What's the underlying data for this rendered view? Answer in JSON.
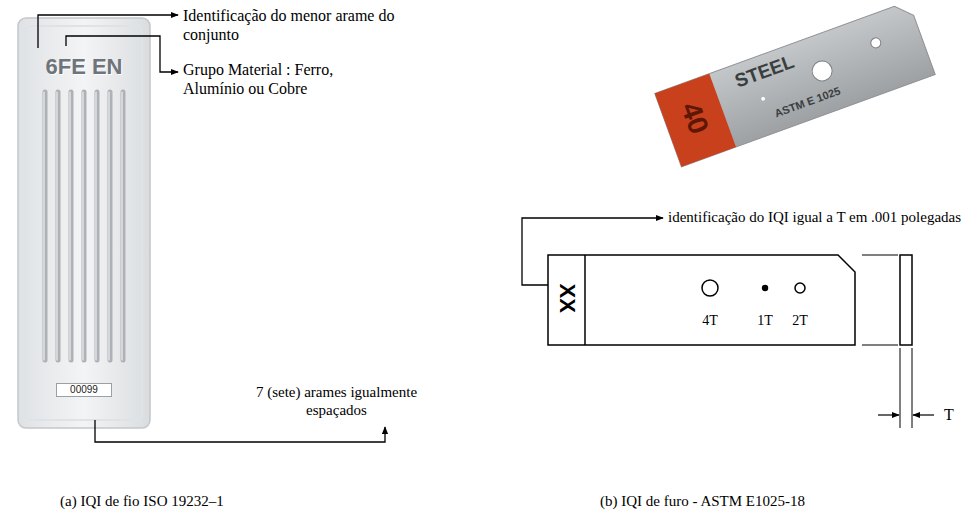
{
  "diagram": {
    "nodes": [
      {
        "text": [
          "6FE EN",
          "00099"
        ]
      },
      {
        "text": [
          "40",
          "STEEL",
          "ASTM E 1025"
        ]
      },
      {
        "text": [
          "XX",
          "4T",
          "1T",
          "2T"
        ]
      }
    ],
    "labels": [
      "Identificação do menor arame do conjunto",
      "Grupo Material : Ferro, Alumínio ou Cobre",
      "7 (sete) arames igualmente espaçados",
      "identificação do IQI igual a T em .001 polegadas",
      "T",
      "(a) IQI de fio ISO 19232–1",
      "(b) IQI de furo - ASTM E1025-18"
    ]
  }
}
